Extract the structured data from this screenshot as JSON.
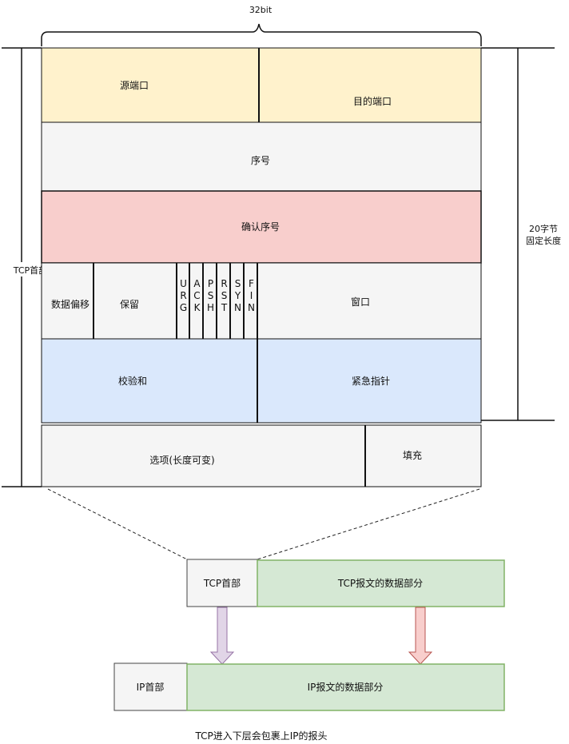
{
  "header": {
    "width_label": "32bit",
    "total_label": "TCP首部",
    "fixed_label_line1": "20字节",
    "fixed_label_line2": "固定长度"
  },
  "tcp_header": {
    "source_port": "源端口",
    "dest_port": "目的端口",
    "seq": "序号",
    "ack_seq": "确认序号",
    "data_offset": "数据偏移",
    "reserved": "保留",
    "flags": [
      "URG",
      "ACK",
      "PSH",
      "RST",
      "SYN",
      "FIN"
    ],
    "window": "窗口",
    "checksum": "校验和",
    "urgent_pointer": "紧急指针",
    "options": "选项(长度可变)",
    "padding": "填充"
  },
  "encapsulation": {
    "tcp_header": "TCP首部",
    "tcp_data": "TCP报文的数据部分",
    "ip_header": "IP首部",
    "ip_data": "IP报文的数据部分",
    "caption": "TCP进入下层会包裹上IP的报头"
  },
  "colors": {
    "yellow_fill": "#fff2cc",
    "yellow_stroke": "#d6b656",
    "gray_fill": "#f5f5f5",
    "gray_stroke": "#666666",
    "red_fill": "#f8cecc",
    "red_stroke": "#b85450",
    "blue_fill": "#dae8fc",
    "blue_stroke": "#6c8ebf",
    "green_fill": "#d5e8d4",
    "green_stroke": "#82b366",
    "purple_fill": "#e1d5e7",
    "purple_stroke": "#9673a6"
  }
}
